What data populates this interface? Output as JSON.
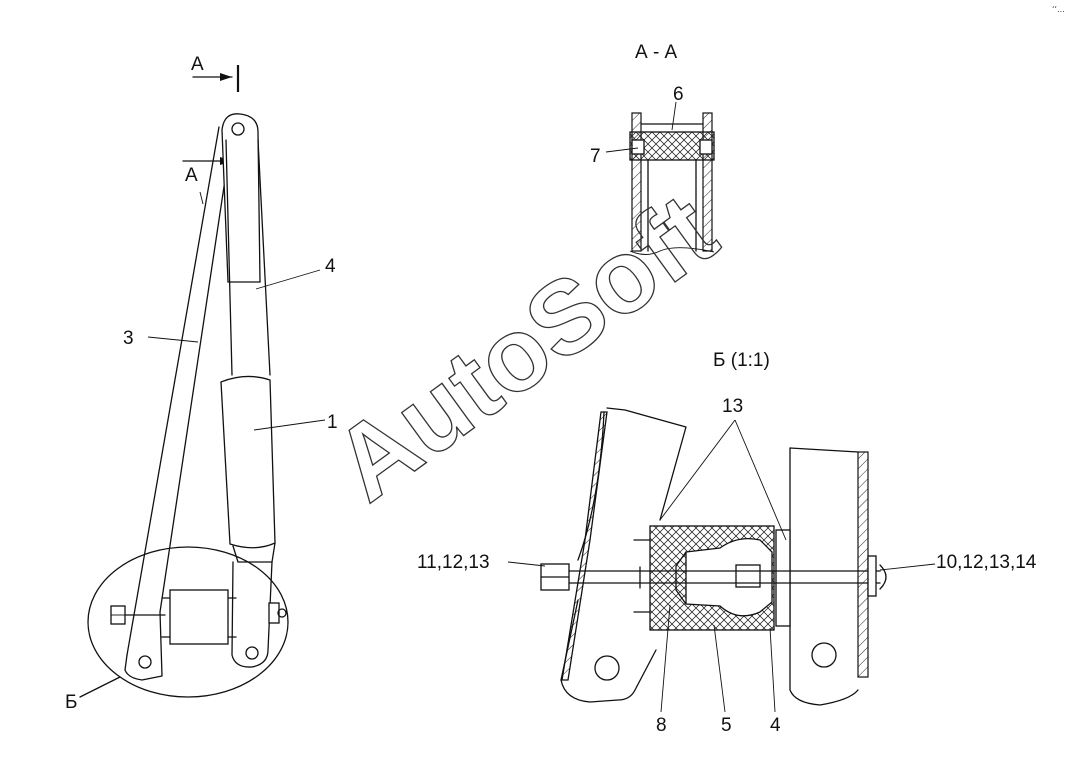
{
  "section_view": {
    "title": "А - А"
  },
  "section_markers": {
    "top": "А",
    "bottom": "А"
  },
  "detail_view": {
    "title": "Б (1:1)",
    "callout": "Б"
  },
  "part_labels": {
    "p1": "1",
    "p3": "3",
    "p4_main": "4",
    "p6": "6",
    "p7": "7",
    "p13_detail": "13",
    "left_bolt": "11,12,13",
    "right_bolt": "10,12,13,14",
    "p8": "8",
    "p5": "5",
    "p4_detail": "4"
  },
  "watermark": {
    "text": "AutoSoft"
  },
  "corner_mark": {
    "text": "‘‘..."
  }
}
